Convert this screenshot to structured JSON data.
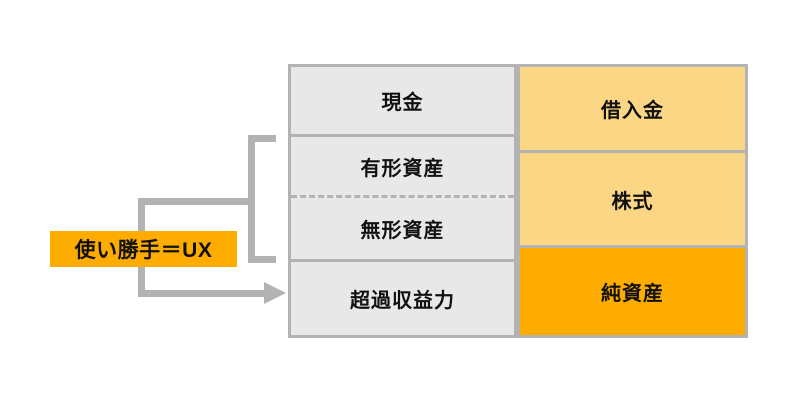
{
  "diagram": {
    "title": "UX balance sheet diagram",
    "colors": {
      "gray_fill": "#e8e8e8",
      "light_orange_fill": "#fbd684",
      "dark_orange_fill": "#ffac00",
      "border_gray": "#b3b3b3",
      "text": "#111111",
      "background": "#ffffff"
    },
    "label_chip": {
      "text": "使い勝手＝UX",
      "fill": "#ffac00"
    },
    "assets_column": {
      "cells": [
        {
          "label": "現金",
          "fill": "#e8e8e8"
        },
        {
          "label": "有形資産",
          "fill": "#e8e8e8"
        },
        {
          "label": "無形資産",
          "fill": "#e8e8e8"
        },
        {
          "label": "超過収益力",
          "fill": "#e8e8e8"
        }
      ]
    },
    "liabilities_column": {
      "cells": [
        {
          "label": "借入金",
          "fill": "#fbd684"
        },
        {
          "label": "株式",
          "fill": "#fbd684"
        },
        {
          "label": "純資産",
          "fill": "#ffac00"
        }
      ]
    },
    "connectors": {
      "bracket_targets": [
        "有形資産",
        "無形資産"
      ],
      "arrow_target": "超過収益力"
    }
  }
}
